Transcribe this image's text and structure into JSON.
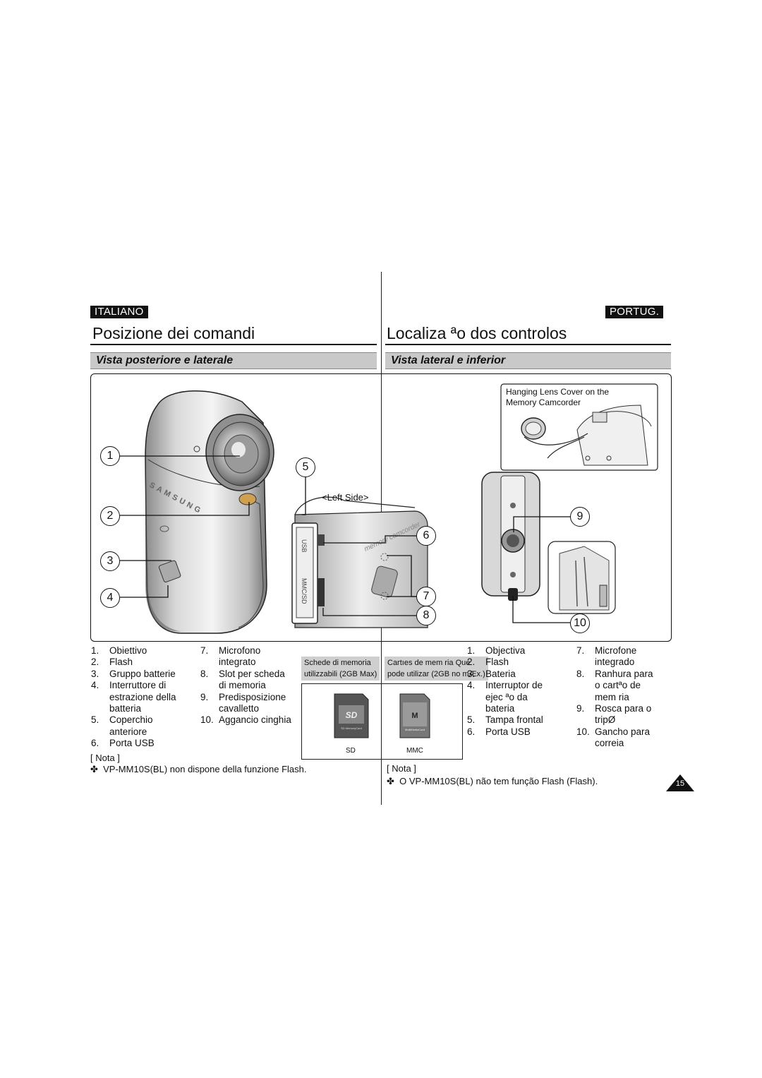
{
  "header": {
    "lang_left": "ITALIANO",
    "lang_right": "PORTUG.",
    "title_left": "Posizione dei comandi",
    "title_right": "Localiza ªo dos controlos",
    "section_left": "Vista posteriore e laterale",
    "section_right": "Vista lateral e inferior"
  },
  "figure": {
    "callouts": [
      "1",
      "2",
      "3",
      "4",
      "5",
      "6",
      "7",
      "8",
      "9",
      "10"
    ],
    "left_side_label": "<Left Side>",
    "lens_cover_caption": "Hanging Lens Cover on the\nMemory Camcorder",
    "usb_label": "USB",
    "slot_label": "MMC/SD",
    "brand_text": "SAMSUNG",
    "body_text": "memory camcorder"
  },
  "list_it": {
    "col1": [
      {
        "num": "1.",
        "text": "Obiettivo"
      },
      {
        "num": "2.",
        "text": "Flash"
      },
      {
        "num": "3.",
        "text": "Gruppo batterie"
      },
      {
        "num": "4.",
        "text": "Interruttore di\nestrazione della\nbatteria"
      },
      {
        "num": "5.",
        "text": "Coperchio\nanteriore"
      },
      {
        "num": "6.",
        "text": "Porta USB"
      }
    ],
    "col2": [
      {
        "num": "7.",
        "text": "Microfono\nintegrato"
      },
      {
        "num": "8.",
        "text": "Slot per scheda\ndi memoria"
      },
      {
        "num": "9.",
        "text": "Predisposizione\ncavalletto"
      },
      {
        "num": "10.",
        "text": "Aggancio cinghia"
      }
    ]
  },
  "list_pt": {
    "col1": [
      {
        "num": "1.",
        "text": "Objectiva"
      },
      {
        "num": "2.",
        "text": "Flash"
      },
      {
        "num": "3.",
        "text": "Bateria"
      },
      {
        "num": "4.",
        "text": "Interruptor de\nejec ªo da\nbateria"
      },
      {
        "num": "5.",
        "text": "Tampa frontal"
      },
      {
        "num": "6.",
        "text": "Porta USB"
      }
    ],
    "col2": [
      {
        "num": "7.",
        "text": "Microfone\nintegrado"
      },
      {
        "num": "8.",
        "text": "Ranhura para\no cartªo de\nmem ria"
      },
      {
        "num": "9.",
        "text": "Rosca para o\ntripØ"
      },
      {
        "num": "10.",
        "text": "Gancho para\ncorreia"
      }
    ]
  },
  "memory_cards": {
    "title_it": "Schede di memoria\nutilizzabili (2GB Max)",
    "title_pt": "Cartıes de mem ria Que\npode utilizar (2GB no mÆx.)",
    "sd_label": "SD",
    "mmc_label": "MMC",
    "sd_card_text": "SD MemoryCard",
    "mmc_card_text": "MultiMediaCard"
  },
  "notes": {
    "it_heading": "[ Nota ]",
    "it_text": "VP-MM10S(BL) non dispone della funzione Flash.",
    "pt_heading": "[ Nota ]",
    "pt_text": "O VP-MM10S(BL) não tem função Flash (Flash).",
    "bullet": "✤"
  },
  "page_number": "15"
}
